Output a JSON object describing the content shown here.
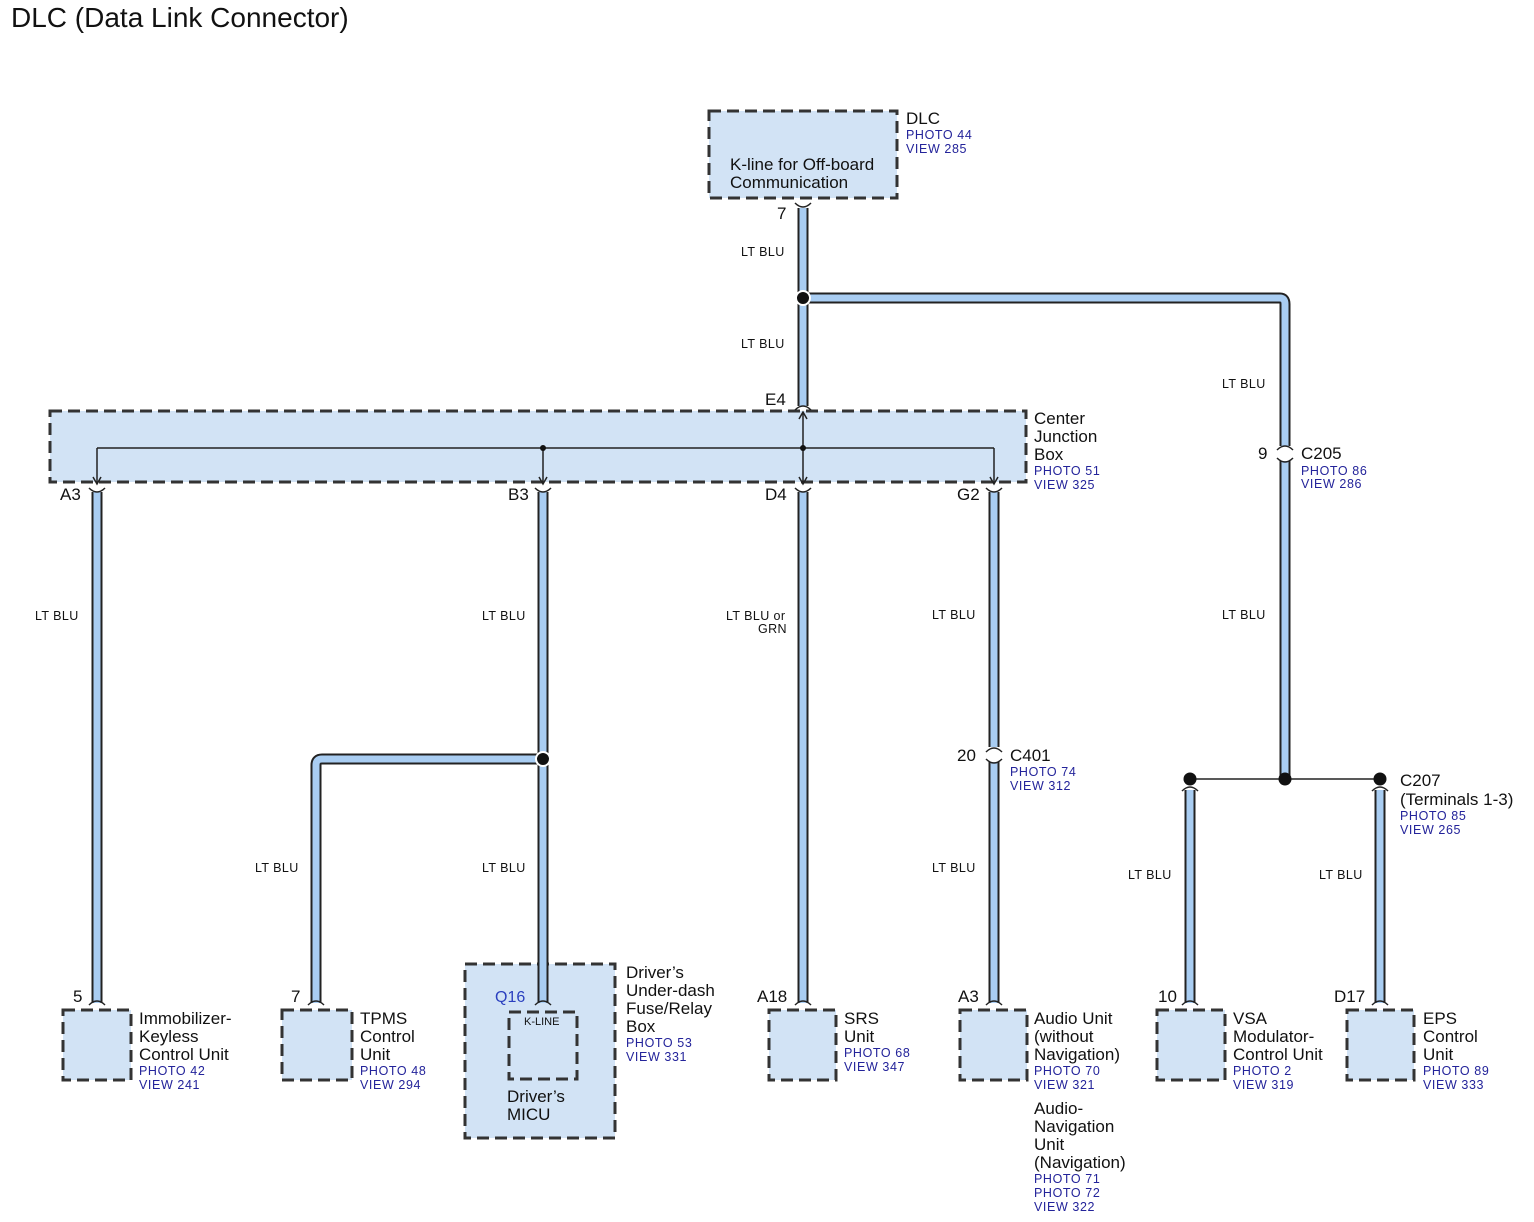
{
  "title": "DLC (Data Link Connector)",
  "dlc": {
    "name": "DLC",
    "photo": "PHOTO 44",
    "view": "VIEW 285",
    "func1": "K-line for Off-board",
    "func2": "Communication",
    "pin": "7"
  },
  "wire_labels": {
    "lt_blu": "LT BLU",
    "lt_blu_or": "LT BLU or",
    "grn": "GRN"
  },
  "junction_box": {
    "name1": "Center",
    "name2": "Junction",
    "name3": "Box",
    "photo": "PHOTO 51",
    "view": "VIEW 325",
    "pin_in": "E4",
    "pin_a": "A3",
    "pin_b": "B3",
    "pin_d": "D4",
    "pin_g": "G2"
  },
  "c205": {
    "name": "C205",
    "pin": "9",
    "photo": "PHOTO 86",
    "view": "VIEW 286"
  },
  "c401": {
    "name": "C401",
    "pin": "20",
    "photo": "PHOTO 74",
    "view": "VIEW 312"
  },
  "c207": {
    "name": "C207",
    "sub": "(Terminals 1-3)",
    "photo": "PHOTO 85",
    "view": "VIEW 265"
  },
  "immobilizer": {
    "pin": "5",
    "name1": "Immobilizer-",
    "name2": "Keyless",
    "name3": "Control Unit",
    "photo": "PHOTO 42",
    "view": "VIEW 241"
  },
  "tpms": {
    "pin": "7",
    "name1": "TPMS",
    "name2": "Control",
    "name3": "Unit",
    "photo": "PHOTO 48",
    "view": "VIEW 294"
  },
  "micu": {
    "pin": "Q16",
    "kline": "K-LINE",
    "name1": "Driver’s",
    "name2": "MICU",
    "box1": "Driver’s",
    "box2": "Under-dash",
    "box3": "Fuse/Relay",
    "box4": "Box",
    "photo": "PHOTO 53",
    "view": "VIEW 331"
  },
  "srs": {
    "pin": "A18",
    "name1": "SRS",
    "name2": "Unit",
    "photo": "PHOTO 68",
    "view": "VIEW 347"
  },
  "audio": {
    "pin": "A3",
    "name1": "Audio Unit",
    "name2": "(without",
    "name3": "Navigation)",
    "photo": "PHOTO 70",
    "view": "VIEW 321",
    "nav1": "Audio-",
    "nav2": "Navigation",
    "nav3": "Unit",
    "nav4": "(Navigation)",
    "navphoto1": "PHOTO 71",
    "navphoto2": "PHOTO 72",
    "navview": "VIEW 322"
  },
  "vsa": {
    "pin": "10",
    "name1": "VSA",
    "name2": "Modulator-",
    "name3": "Control Unit",
    "photo": "PHOTO 2",
    "view": "VIEW 319"
  },
  "eps": {
    "pin": "D17",
    "name1": "EPS",
    "name2": "Control",
    "name3": "Unit",
    "photo": "PHOTO 89",
    "view": "VIEW 333"
  }
}
